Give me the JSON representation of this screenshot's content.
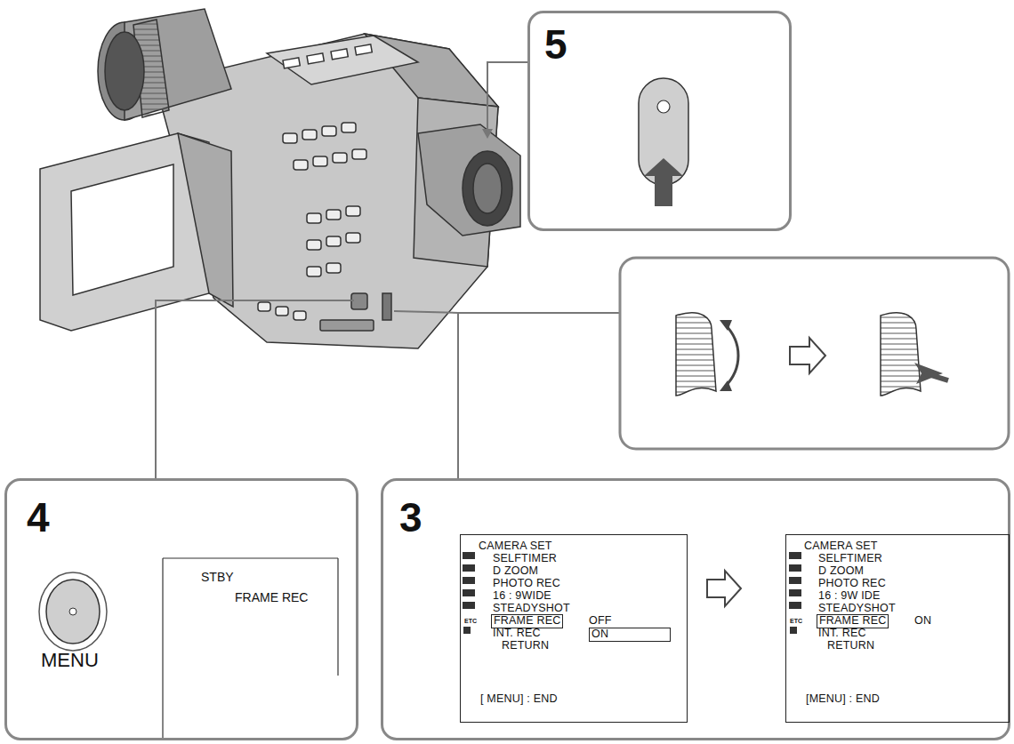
{
  "diagram": {
    "nodes": [
      {
        "text": [
          "5"
        ]
      },
      {
        "text": [
          "4",
          "MENU",
          "STBY",
          "FRAME REC"
        ]
      },
      {
        "text": [
          "3"
        ]
      },
      {
        "text": [
          "CAMERA SET",
          "SELFTIMER",
          "D ZOOM",
          "PHOTO REC",
          "16 : 9WIDE",
          "STEADYSHOT",
          "ETC",
          "FRAME REC",
          "OFF",
          "ON",
          "INT. REC",
          "RETURN",
          "[ MENU] : END"
        ],
        "in": 2
      },
      {
        "text": [
          "CAMERA SET",
          "SELFTIMER",
          "D ZOOM",
          "PHOTO REC",
          "16 : 9W IDE",
          "STEADYSHOT",
          "ETC",
          "FRAME REC",
          "ON",
          "INT. REC",
          "RETURN",
          "[MENU] : END"
        ],
        "in": 2
      }
    ]
  }
}
